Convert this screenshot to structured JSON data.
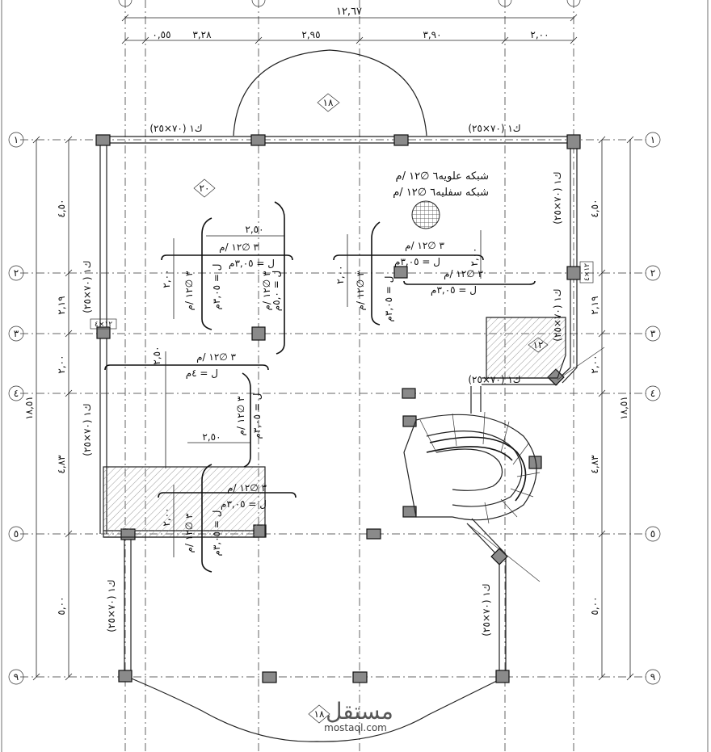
{
  "overall_dimension": "١٢,٦٧",
  "sub_dimensions": [
    "٠,٥٥",
    "٣,٢٨",
    "٢,٩٥",
    "٣,٩٠",
    "٢,٠٠"
  ],
  "left_dimensions": [
    "٤,٥٠",
    "٢,١٩",
    "٢,٠٠",
    "٤,٨٣",
    "٥,٠٠"
  ],
  "right_dimensions": [
    "٤,٥٠",
    "٢,١٩",
    "٢,٠٠",
    "٤,٨٣",
    "٥,٠٠"
  ],
  "total_height": "١٨,٥١",
  "axis_labels": [
    "١",
    "٢",
    "٣",
    "٤",
    "٥",
    "٩"
  ],
  "beam_label": "ك١ (٧٠×٢٥)",
  "slab_tags": {
    "top": "١٨",
    "mid": "٢٠",
    "stair": "١٢",
    "bottom": "١٨"
  },
  "mesh_top": "شبكه علويه٦ ∅١٢ /م",
  "mesh_bottom": "شبكه سفليه٦ ∅١٢ /م",
  "rebar": {
    "top_left": [
      "٢,٥٠",
      "٣ ∅١٢ /م",
      "ل = ٣,٠٥م",
      "٣ ∅١٢ /م",
      "ل = ٣,٠٥م",
      "٣ ∅١٢ /م",
      "ل = ٥,٠م",
      "٢,٠٠"
    ],
    "top_right": [
      "٣ ∅١٢ /م",
      "ل = ٣,٠٥م",
      "٣ ∅١٢ /م",
      "ل = ٣,٠٥م",
      "٣ ∅١٢ /م",
      "ل = ٣,٠٥م",
      "٢,٠٠",
      "٢,٠٠"
    ],
    "middle": [
      "٢,٥٠",
      "٣ ∅١٢ /م",
      "ل = ٤م",
      "٣ ∅١٢ /م",
      "ل = ٣,٠٥م",
      "٢,٥٠"
    ],
    "lower": [
      "٣ ∅١٢ /م",
      "ل = ٣,٠٥م",
      "٣ ∅١٢ /م",
      "ل = ٣,٠٥م",
      "٢,٠٠"
    ]
  },
  "small_tags": [
    "١٢×٤",
    "١٢×٤"
  ],
  "watermark": {
    "arabic": "مستقل",
    "latin": "mostaql.com"
  }
}
